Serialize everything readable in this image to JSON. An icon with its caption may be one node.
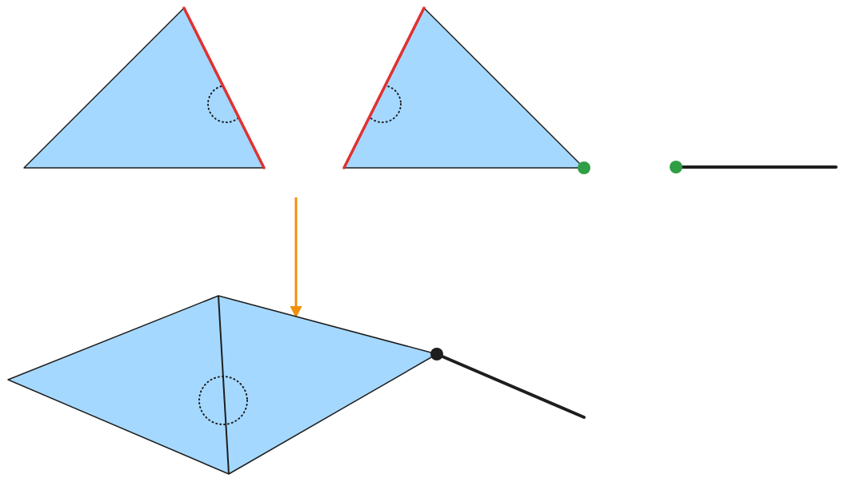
{
  "diagram": {
    "nodes": [
      {
        "text": [],
        "shape": "triangle"
      },
      {
        "text": [],
        "shape": "triangle"
      },
      {
        "text": [],
        "shape": "line"
      },
      {
        "text": [],
        "shape": "quadrilateral"
      },
      {
        "text": [],
        "shape": "line"
      }
    ],
    "edges": [
      {
        "from": null,
        "to": 3,
        "arrow": "to",
        "color": "#f0900a"
      }
    ]
  }
}
